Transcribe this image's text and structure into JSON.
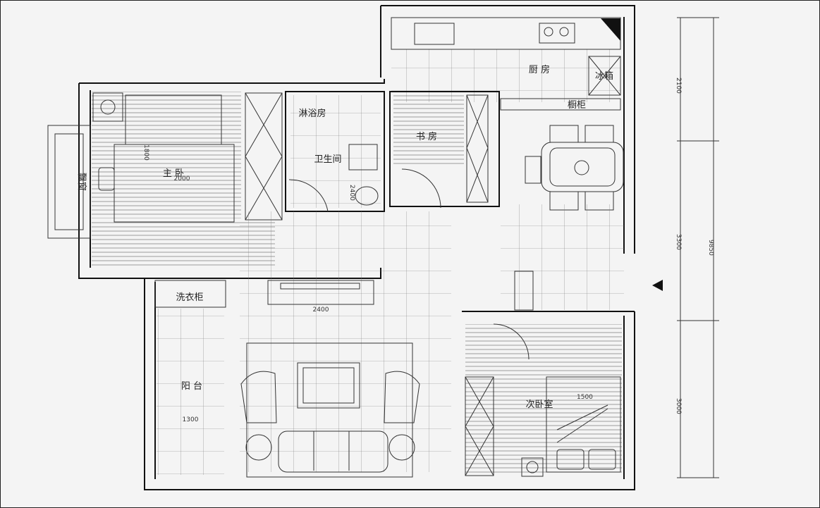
{
  "rooms": {
    "kitchen": "厨 房",
    "fridge": "冰箱",
    "cabinet": "橱柜",
    "shower": "淋浴房",
    "bathroom": "卫生间",
    "study": "书 房",
    "master_bedroom": "主 卧",
    "bay_window": "飘窗",
    "laundry_cabinet": "洗衣柜",
    "balcony": "阳 台",
    "second_bedroom": "次卧室"
  },
  "dimensions": {
    "right_top": "2100",
    "right_middle": "3300",
    "right_total": "9850",
    "right_bottom": "3000",
    "master_bed": "1800",
    "master_bed_width": "2000",
    "bathroom": "2400",
    "tv_wall": "2400",
    "balcony": "1300",
    "second_bed": "1500"
  },
  "colors": {
    "paper": "#f4f4f4",
    "line": "#111111"
  }
}
